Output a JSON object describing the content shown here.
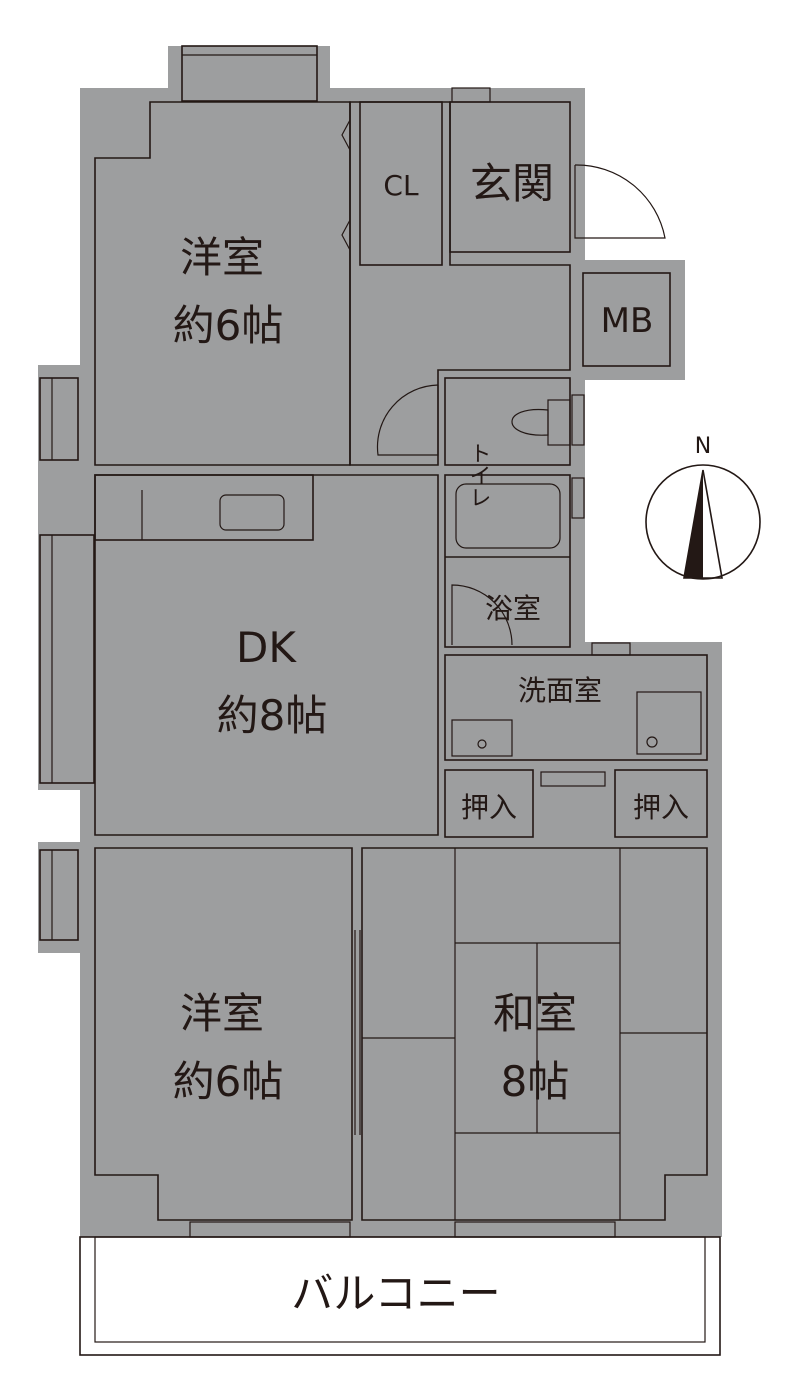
{
  "rooms": {
    "western_top": {
      "name": "洋室",
      "size": "約6帖",
      "color": "#f2e2cc"
    },
    "closet": {
      "name": "CL",
      "color": "#fbe5b9"
    },
    "entrance": {
      "name": "玄関"
    },
    "meter_box": {
      "name": "MB"
    },
    "toilet": {
      "name": "トイレ",
      "color": "#d5e6f2"
    },
    "dining_kitchen": {
      "name": "DK",
      "size": "約8帖",
      "color": "#f1e0df"
    },
    "bathroom": {
      "name": "浴室",
      "color": "#d5e6f2"
    },
    "washroom": {
      "name": "洗面室",
      "color": "#d5e6f2"
    },
    "storage_left": {
      "name": "押入",
      "color": "#fbe5b9"
    },
    "storage_right": {
      "name": "押入",
      "color": "#fbe5b9"
    },
    "western_bottom": {
      "name": "洋室",
      "size": "約6帖",
      "color": "#f2e2cc"
    },
    "japanese_room": {
      "name": "和室",
      "size": "8帖",
      "color": "#e4efe2"
    },
    "balcony": {
      "name": "バルコニー"
    }
  },
  "compass": {
    "label": "N"
  },
  "colors": {
    "wall": "#9d9e9f",
    "line": "#231815"
  }
}
